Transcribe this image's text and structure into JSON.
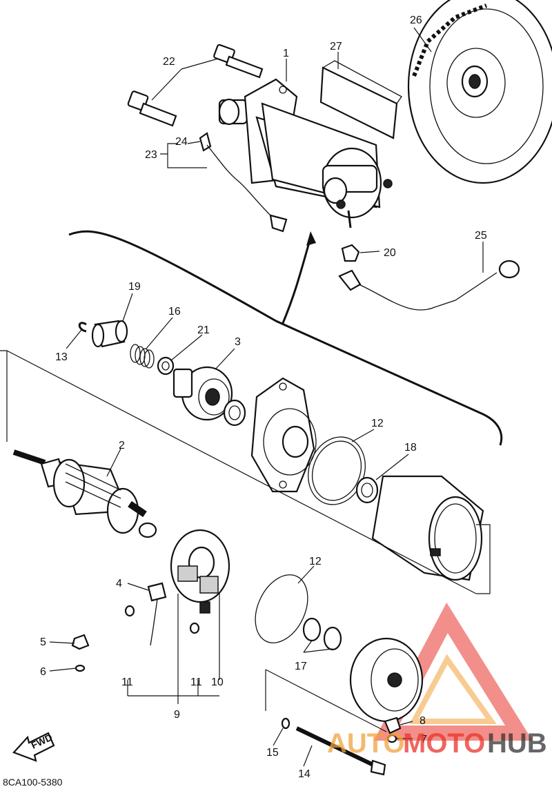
{
  "callouts": [
    "1",
    "2",
    "3",
    "4",
    "5",
    "6",
    "7",
    "8",
    "9",
    "10",
    "11",
    "12",
    "13",
    "14",
    "15",
    "16",
    "17",
    "18",
    "19",
    "20",
    "21",
    "22",
    "23",
    "24",
    "25",
    "26",
    "27"
  ],
  "extra_callouts": {
    "eleven_b": "11",
    "twelve_b": "12"
  },
  "fwd_label": "FWD",
  "diagram_code": "8CA100-5380",
  "watermark": {
    "part1": "AUTO",
    "part2": "MOTO",
    "part3": "HUB",
    "color_primary": "#e8352b",
    "color_secondary": "#f2a23a",
    "color_dark": "#333333"
  }
}
